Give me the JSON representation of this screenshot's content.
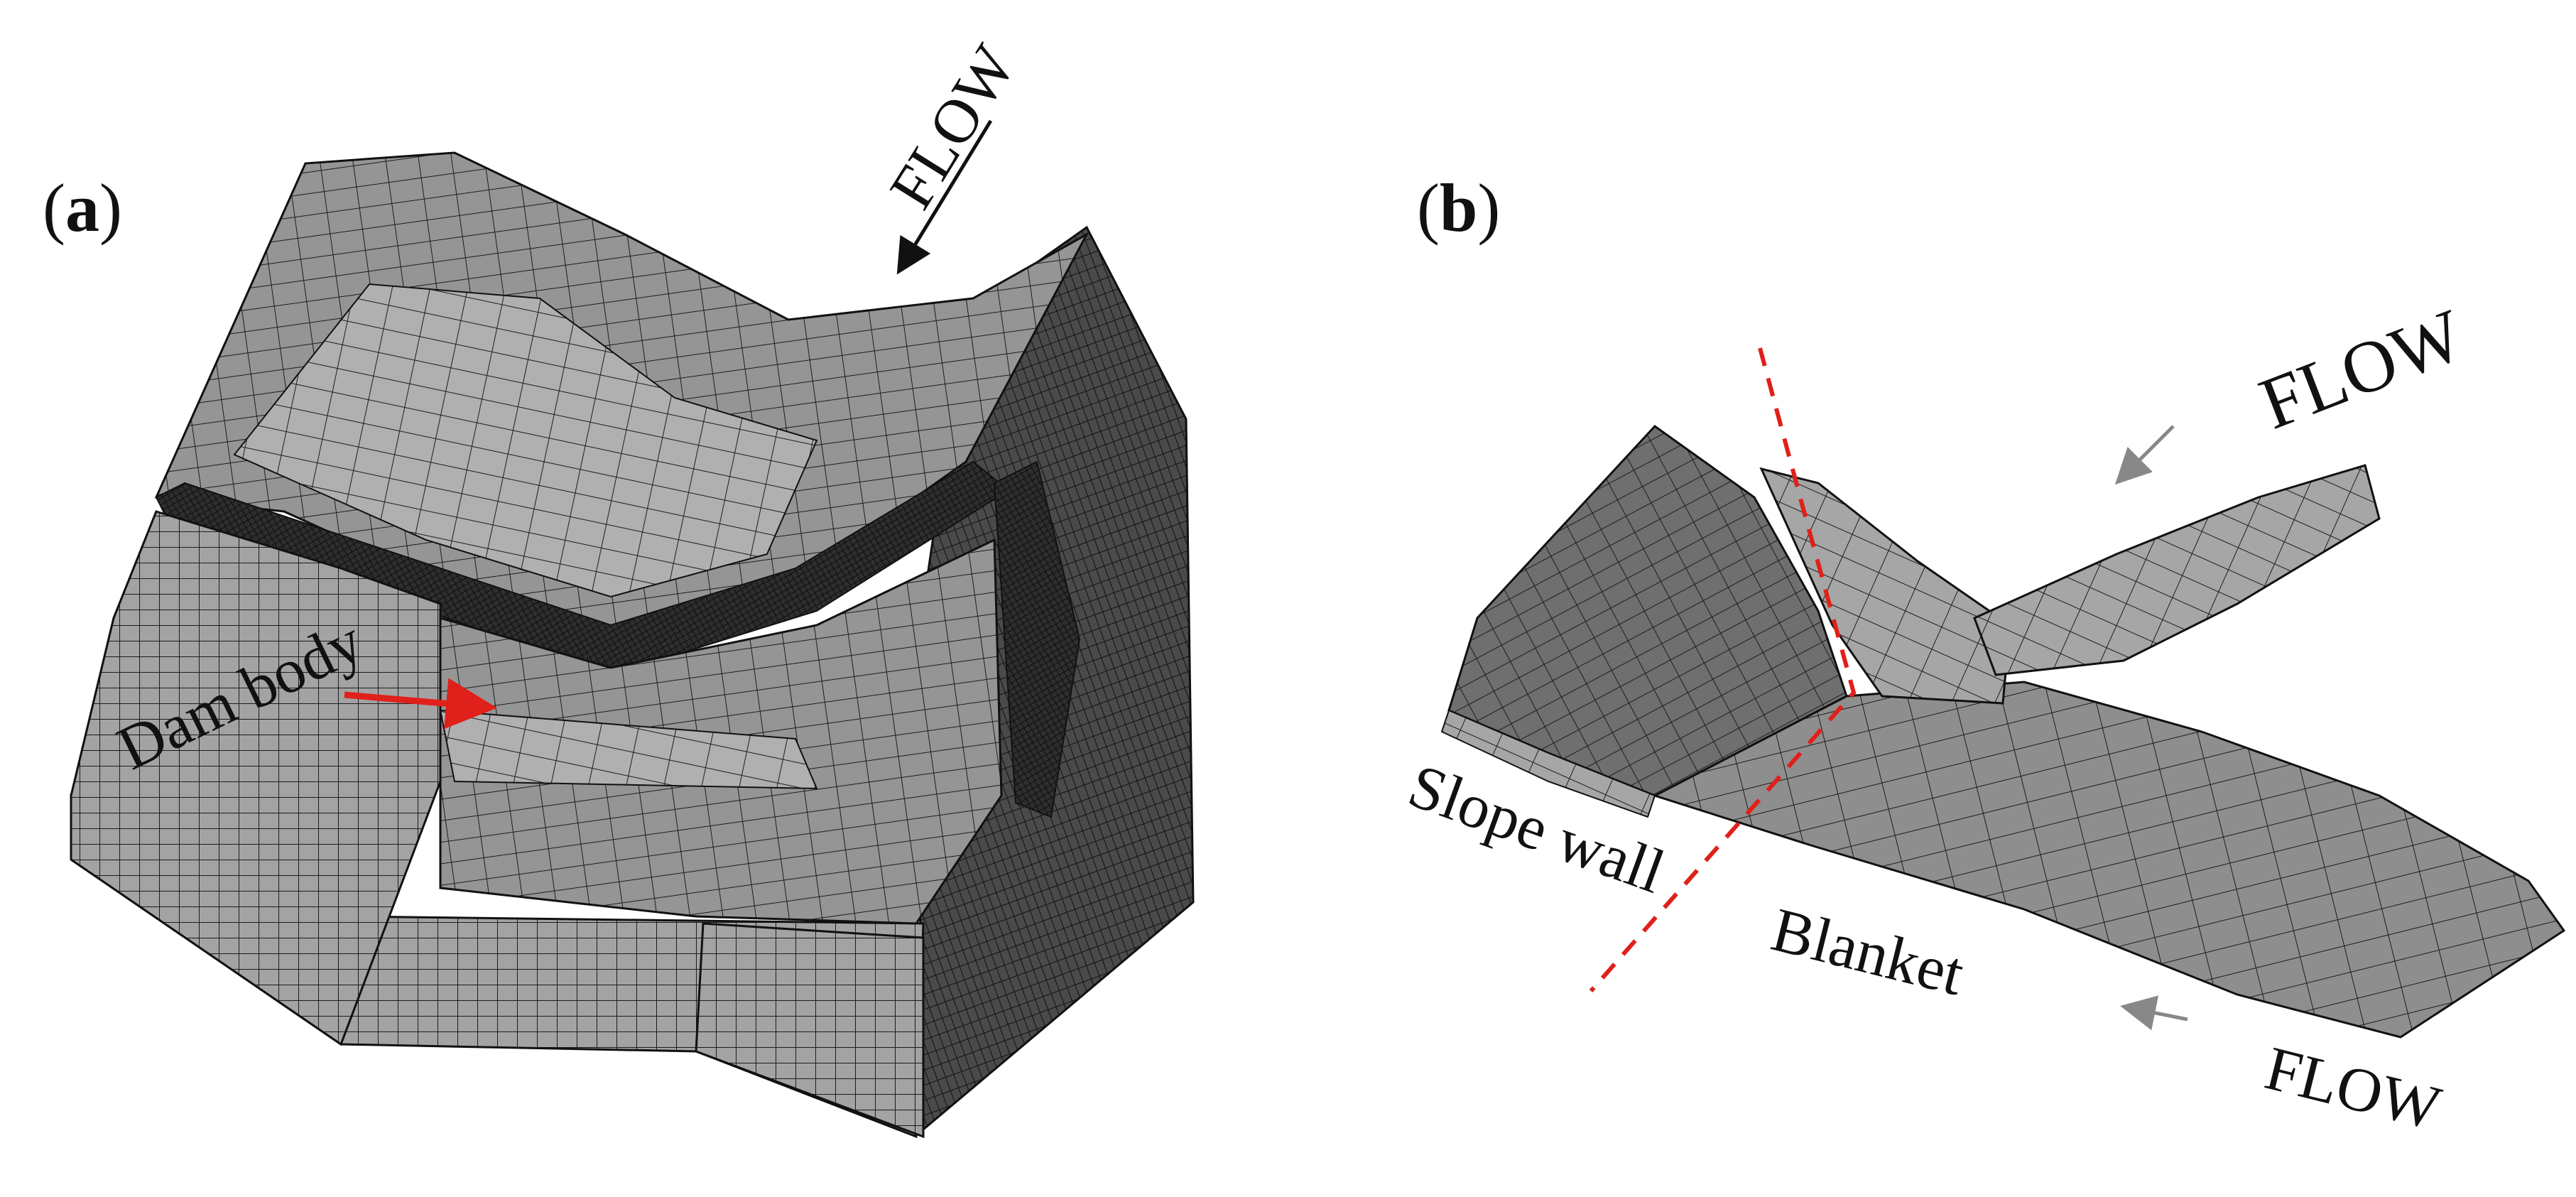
{
  "panels": {
    "a": {
      "label_open": "(",
      "label_letter": "a",
      "label_close": ")",
      "annotations": {
        "flow": "FLOW",
        "dam_body": "Dam body"
      }
    },
    "b": {
      "label_open": "(",
      "label_letter": "b",
      "label_close": ")",
      "annotations": {
        "flow_top": "FLOW",
        "flow_bottom": "FLOW",
        "slope_wall": "Slope wall",
        "blanket": "Blanket"
      }
    }
  },
  "colors": {
    "mesh_face_light": "#a9a9a9",
    "mesh_face_mid": "#8c8c8c",
    "mesh_face_dark": "#5e5e5e",
    "mesh_face_darkest": "#3a3a3a",
    "mesh_line": "#1c1c1c",
    "dam_arrow": "#e0201a",
    "divider_line": "#e0201a",
    "flow_arrow": "#888888",
    "text": "#111111"
  }
}
